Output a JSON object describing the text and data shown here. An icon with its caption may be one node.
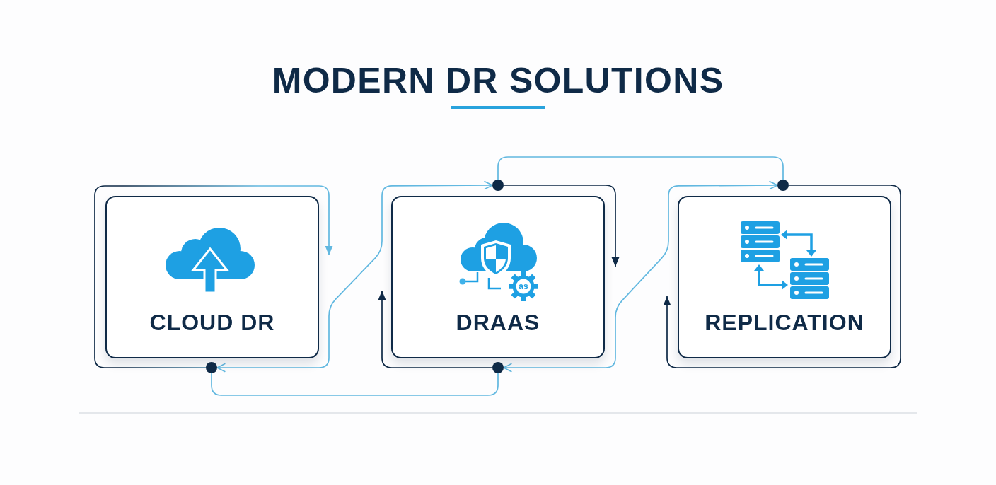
{
  "diagram": {
    "title": "MODERN DR SOLUTIONS",
    "nodes": [
      {
        "text": [
          "CLOUD DR"
        ]
      },
      {
        "text": [
          "DRAAS"
        ]
      },
      {
        "text": [
          "REPLICATION"
        ]
      },
      {
        "text": [],
        "shape": "circle"
      },
      {
        "text": [],
        "shape": "circle"
      },
      {
        "text": [],
        "shape": "circle"
      },
      {
        "text": [],
        "shape": "circle"
      }
    ],
    "edges": [
      {
        "from": 3,
        "to": 0,
        "arrow": "to"
      },
      {
        "from": 3,
        "to": 4,
        "arrow": "both"
      },
      {
        "from": 4,
        "to": 6,
        "arrow": "none"
      },
      {
        "from": 4,
        "to": 1,
        "arrow": "to",
        "color": "#0f2a47"
      },
      {
        "from": 5,
        "to": 6,
        "arrow": "both"
      },
      {
        "from": 5,
        "to": 1,
        "arrow": "to",
        "color": "#0f2a47"
      },
      {
        "from": 3,
        "to": 5,
        "arrow": "none"
      },
      {
        "from": 6,
        "to": 2,
        "arrow": "to",
        "color": "#0f2a47"
      }
    ],
    "labels": [
      "as"
    ]
  }
}
